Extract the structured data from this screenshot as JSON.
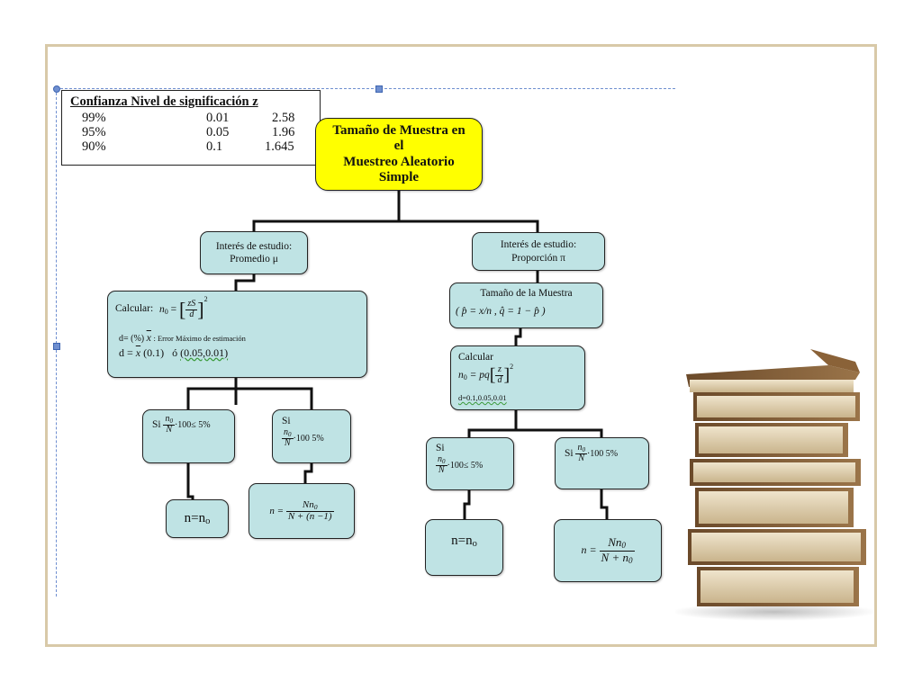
{
  "diagram": {
    "title": {
      "line1": "Tamaño de Muestra en",
      "line2": "el",
      "line3": "Muestreo Aleatorio",
      "line4": "Simple"
    },
    "ztable": {
      "header": "Confianza  Nivel de significación  z",
      "rows": [
        {
          "conf": "99%",
          "alpha": "0.01",
          "z": "2.58"
        },
        {
          "conf": "95%",
          "alpha": "0.05",
          "z": "1.96"
        },
        {
          "conf": "90%",
          "alpha": "0.1",
          "z": "1.645"
        }
      ]
    },
    "left": {
      "interest_l1": "Interés de estudio:",
      "interest_l2": "Promedio μ",
      "calc_label": "Calcular:",
      "formula_lhs": "n",
      "formula_sub": "0",
      "formula_eq": " = ",
      "formula_num": "zS",
      "formula_den": "d",
      "formula_exp": "2",
      "d_def_prefix": "d= (%)",
      "d_def_xbar": "x",
      "d_def_desc": ": Error Máximo de estimación",
      "d_vals_prefix": "d =",
      "d_vals_xbar": "x",
      "d_vals_a": "(0.1)",
      "d_vals_or": "ó",
      "d_vals_b": "(0.05,0.01)",
      "cond1_si": "Si",
      "cond1_num": "n",
      "cond1_den": "N",
      "cond1_rest": "·100≤ 5%",
      "cond2_si": "Si",
      "cond2_num": "n",
      "cond2_den": "N",
      "cond2_rest": "·100 5%",
      "result1": "n=n",
      "result1_sub": "o",
      "result2_lhs": "n =",
      "result2_num": "Nn",
      "result2_den": "N + (n  −1)"
    },
    "right": {
      "interest_l1": "Interés de estudio:",
      "interest_l2": "Proporción π",
      "sample_title": "Tamaño de la Muestra",
      "p_hat_def": "( p̂  =  x/n ,  q̂  =  1 −  p̂  )",
      "calc_label": "Calcular",
      "formula_lhs": "n",
      "formula_sub": "0",
      "formula_eq": " = pq",
      "formula_num": "z",
      "formula_den": "d",
      "formula_exp": "2",
      "d_vals": "d=0.1,0.05,0.01",
      "cond1_si": "Si",
      "cond1_num": "n",
      "cond1_den": "N",
      "cond1_rest": "·100≤ 5%",
      "cond2_si": "Si",
      "cond2_num": "n",
      "cond2_den": "N",
      "cond2_rest": "·100 5%",
      "result1": "n=n",
      "result1_sub": "o",
      "result2_lhs": "n =",
      "result2_num": "Nn",
      "result2_den": "N + n"
    }
  },
  "colors": {
    "title_fill": "#ffff00",
    "box_fill": "#bfe3e4",
    "frame": "#d8c9a8",
    "guide": "#6f8fd0"
  },
  "icons": {
    "books": "stack-of-books-image"
  }
}
